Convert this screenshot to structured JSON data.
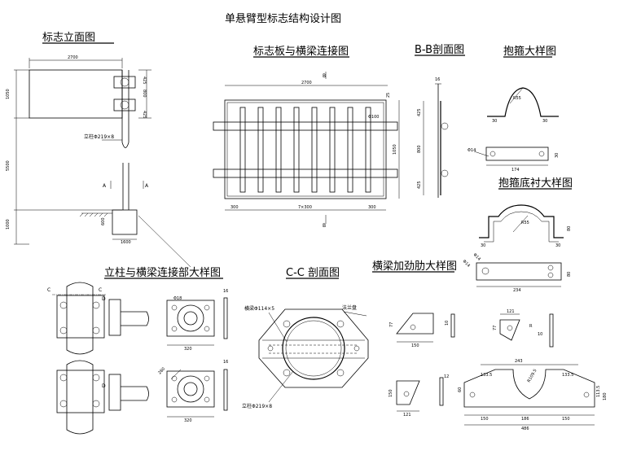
{
  "titles": {
    "main": "单悬臂型标志结构设计图",
    "elevation": "标志立面图",
    "panel_beam": "标志板与横梁连接图",
    "bb": "B-B剖面图",
    "clamp": "抱箍大样图",
    "clamp_liner": "抱箍底衬大样图",
    "post_beam": "立柱与横梁连接部大样图",
    "cc": "C-C 剖面图",
    "stiffener": "横梁加劲肋大样图"
  },
  "elevation": {
    "width": "2700",
    "h1": "1050",
    "h2": "5500",
    "h3": "1000",
    "s1": "425",
    "s2": "800",
    "s3": "425",
    "post_label": "立柱Φ219×8",
    "base_w": "1600",
    "base_h": "600",
    "cut_a": "A",
    "cut_a2": "A"
  },
  "panel": {
    "width": "2700",
    "left": "300",
    "mid": "7×300",
    "right": "300",
    "beam_d": "Φ100",
    "height": "1050",
    "small": "25",
    "cut_b": "B",
    "cut_b2": "B"
  },
  "bb": {
    "d1": "425",
    "d2": "800",
    "d3": "425",
    "side": "16"
  },
  "clamp": {
    "r": "R55",
    "w1": "30",
    "w2": "30",
    "len": "174",
    "hole": "Φ14",
    "t": "30"
  },
  "liner": {
    "w1": "30",
    "w2": "30",
    "r": "R55",
    "h": "80",
    "len": "234",
    "a": "Φ14",
    "b": "Φ14",
    "t": "80"
  },
  "post_beam": {
    "c1": "C",
    "c2": "C",
    "d1": "D",
    "d2": "D",
    "flange_d": "Φ18",
    "flange_w": "320",
    "t1": "16",
    "t2": "16",
    "diag": "280"
  },
  "cc": {
    "beam": "横梁Φ114×5",
    "flange": "法兰盘",
    "post": "立柱Φ219×8"
  },
  "stiffener": {
    "a_w": "150",
    "a_h": "77",
    "a_t": "10",
    "b_w": "121",
    "b_h": "77",
    "b_r": "R",
    "b_t": "10",
    "c_w": "121",
    "c_h": "150",
    "c_t": "12",
    "d_top": "243",
    "d_l": "133.5",
    "d_r": "133.5",
    "d_rad": "R109.5",
    "d_b1": "150",
    "d_b2": "186",
    "d_b3": "150",
    "d_total": "486",
    "d_h1": "180",
    "d_h2": "113.5",
    "d_h3": "60"
  }
}
